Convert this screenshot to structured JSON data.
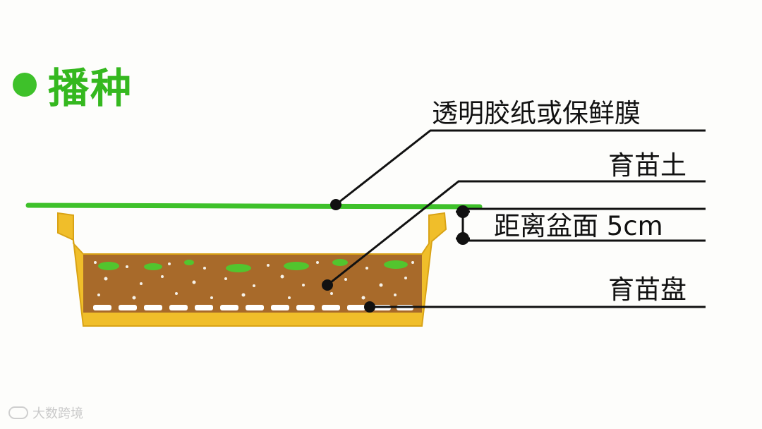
{
  "heading": "播种",
  "labels": {
    "cover": "透明胶纸或保鲜膜",
    "soil": "育苗土",
    "distance": "距离盆面 5cm",
    "tray": "育苗盘"
  },
  "watermark": "大数跨境",
  "colors": {
    "accent_green": "#35b81f",
    "tray_yellow": "#f0be2a",
    "soil_brown": "#a86a2a",
    "seed_green": "#52c52e",
    "line": "#111111"
  }
}
